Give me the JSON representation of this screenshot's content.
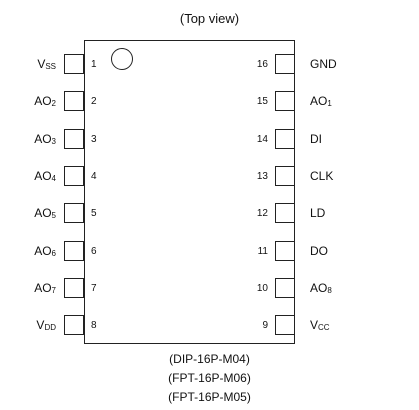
{
  "title": "(Top view)",
  "left_pins": [
    {
      "number": "1",
      "name": "V",
      "sub": "SS"
    },
    {
      "number": "2",
      "name": "AO",
      "sub": "2"
    },
    {
      "number": "3",
      "name": "AO",
      "sub": "3"
    },
    {
      "number": "4",
      "name": "AO",
      "sub": "4"
    },
    {
      "number": "5",
      "name": "AO",
      "sub": "5"
    },
    {
      "number": "6",
      "name": "AO",
      "sub": "6"
    },
    {
      "number": "7",
      "name": "AO",
      "sub": "7"
    },
    {
      "number": "8",
      "name": "V",
      "sub": "DD"
    }
  ],
  "right_pins": [
    {
      "number": "16",
      "name": "GND",
      "sub": ""
    },
    {
      "number": "15",
      "name": "AO",
      "sub": "1"
    },
    {
      "number": "14",
      "name": "DI",
      "sub": ""
    },
    {
      "number": "13",
      "name": "CLK",
      "sub": ""
    },
    {
      "number": "12",
      "name": "LD",
      "sub": ""
    },
    {
      "number": "11",
      "name": "DO",
      "sub": ""
    },
    {
      "number": "10",
      "name": "AO",
      "sub": "8"
    },
    {
      "number": "9",
      "name": "V",
      "sub": "CC"
    }
  ],
  "packages": [
    "(DIP-16P-M04)",
    "(FPT-16P-M06)",
    "(FPT-16P-M05)"
  ]
}
